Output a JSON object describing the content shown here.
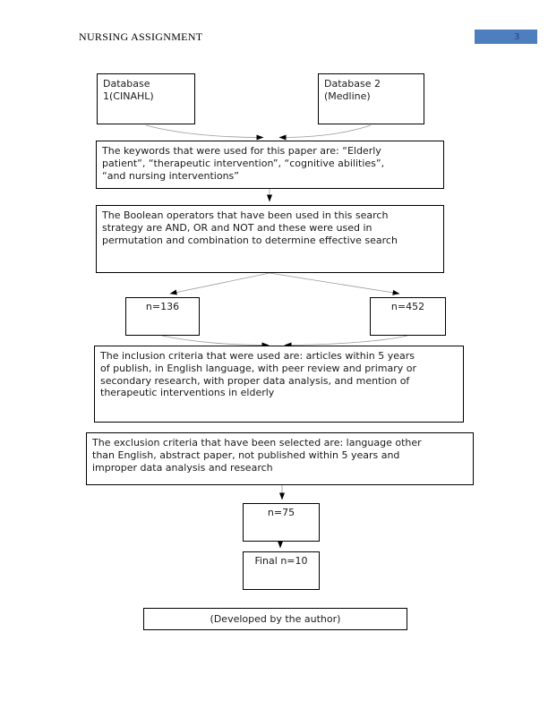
{
  "header": {
    "running_head": "NURSING ASSIGNMENT",
    "page_number": "3",
    "badge_color": "#4d7ebe",
    "badge_text_color": "#1f3864"
  },
  "diagram": {
    "boxes": {
      "database1": "Database\n1(CINAHL)",
      "database2": "Database 2\n(Medline)",
      "keywords": "The keywords that were used for this paper are: “Elderly\npatient”, “therapeutic intervention”, “cognitive abilities”,\n“and nursing interventions”",
      "boolean": "The Boolean operators that have been used in this search\nstrategy are AND, OR and NOT and these were used in\npermutation and combination to determine effective search",
      "n136": "n=136",
      "n452": "n=452",
      "inclusion": "The inclusion criteria that were used are: articles within 5 years\nof publish, in English language, with peer review and primary or\nsecondary research, with proper data analysis, and mention of\ntherapeutic interventions in elderly",
      "exclusion": "The exclusion criteria that have been selected are: language other\nthan English, abstract paper, not published within 5 years and\nimproper data analysis and research",
      "n75": "n=75",
      "final": "Final n=10",
      "credit": "(Developed by the author)"
    },
    "line_color": "#9a9a9a",
    "arrow_color": "#000000",
    "border_color": "#000000"
  }
}
